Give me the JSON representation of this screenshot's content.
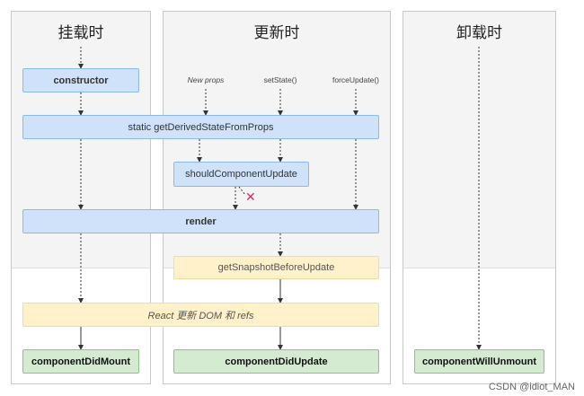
{
  "columns": {
    "mount": "挂载时",
    "update": "更新时",
    "unmount": "卸载时"
  },
  "triggers": {
    "new_props": "New props",
    "set_state": "setState()",
    "force_update": "forceUpdate()"
  },
  "nodes": {
    "constructor": "constructor",
    "get_derived": "static getDerivedStateFromProps",
    "should_update": "shouldComponentUpdate",
    "render": "render",
    "get_snapshot": "getSnapshotBeforeUpdate",
    "react_update": "React 更新 DOM 和 refs",
    "did_mount": "componentDidMount",
    "did_update": "componentDidUpdate",
    "will_unmount": "componentWillUnmount"
  },
  "cancel_mark": "✕",
  "watermark": "CSDN @idiot_MAN",
  "colors": {
    "blue_fill": "#cfe2fa",
    "yellow_fill": "#fff1c9",
    "green_fill": "#d4ebd2",
    "cancel": "#e0245e"
  }
}
